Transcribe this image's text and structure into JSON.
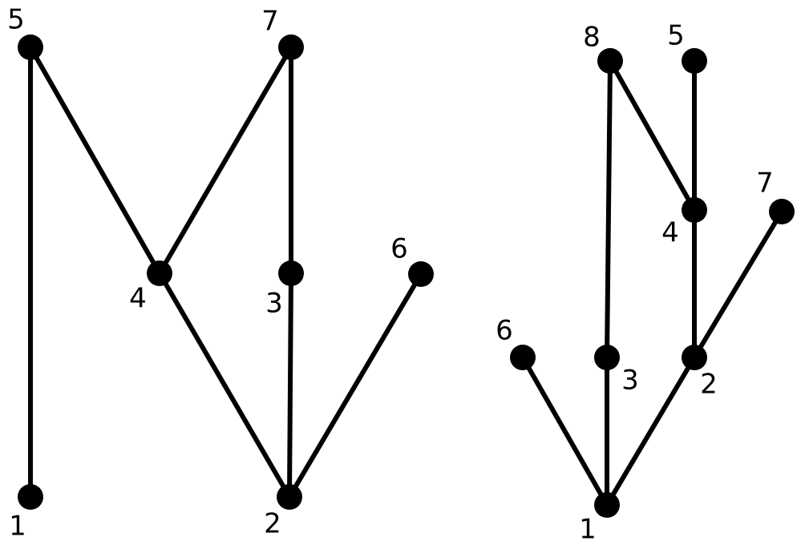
{
  "colors": {
    "background": "#ffffff",
    "ink": "#000000"
  },
  "graphs": [
    {
      "id": "left",
      "nodes": [
        {
          "id": "1",
          "label": "1"
        },
        {
          "id": "2",
          "label": "2"
        },
        {
          "id": "3",
          "label": "3"
        },
        {
          "id": "4",
          "label": "4"
        },
        {
          "id": "5",
          "label": "5"
        },
        {
          "id": "6",
          "label": "6"
        },
        {
          "id": "7",
          "label": "7"
        }
      ],
      "edges": [
        [
          "1",
          "5"
        ],
        [
          "5",
          "4"
        ],
        [
          "4",
          "7"
        ],
        [
          "7",
          "3"
        ],
        [
          "3",
          "2"
        ],
        [
          "4",
          "2"
        ],
        [
          "2",
          "6"
        ]
      ]
    },
    {
      "id": "right",
      "nodes": [
        {
          "id": "1",
          "label": "1"
        },
        {
          "id": "2",
          "label": "2"
        },
        {
          "id": "3",
          "label": "3"
        },
        {
          "id": "4",
          "label": "4"
        },
        {
          "id": "5",
          "label": "5"
        },
        {
          "id": "6",
          "label": "6"
        },
        {
          "id": "7",
          "label": "7"
        },
        {
          "id": "8",
          "label": "8"
        }
      ],
      "edges": [
        [
          "1",
          "6"
        ],
        [
          "1",
          "3"
        ],
        [
          "3",
          "8"
        ],
        [
          "8",
          "4"
        ],
        [
          "5",
          "4"
        ],
        [
          "4",
          "2"
        ],
        [
          "1",
          "2"
        ],
        [
          "2",
          "7"
        ]
      ]
    }
  ]
}
